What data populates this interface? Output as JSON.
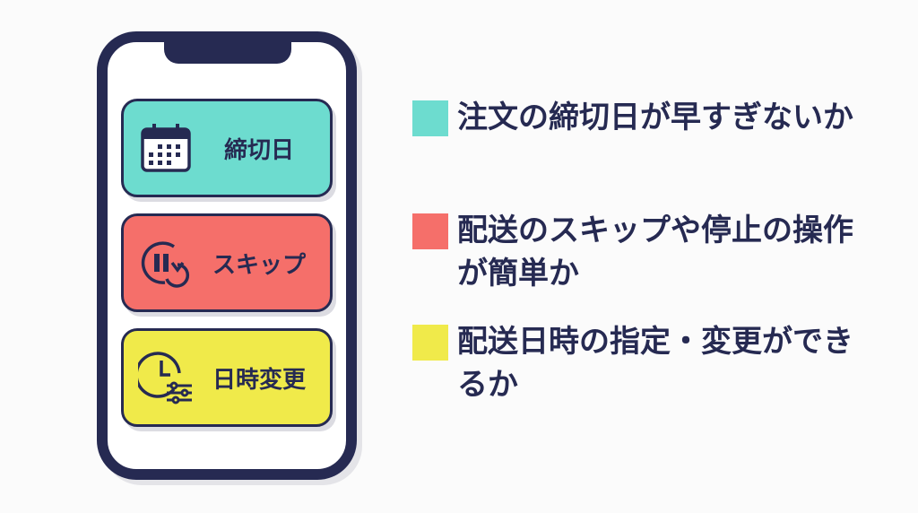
{
  "colors": {
    "navy": "#262a52",
    "teal": "#6ddccf",
    "red": "#f56f6a",
    "yellow": "#f0ea4a"
  },
  "phone": {
    "buttons": [
      {
        "label": "締切日",
        "icon": "calendar-icon"
      },
      {
        "label": "スキップ",
        "icon": "pause-skip-icon"
      },
      {
        "label": "日時変更",
        "icon": "clock-settings-icon"
      }
    ]
  },
  "legend": [
    {
      "text": "注文の締切日が早すぎないか"
    },
    {
      "text": "配送のスキップや停止の操作が簡単か"
    },
    {
      "text": "配送日時の指定・変更ができるか"
    }
  ]
}
